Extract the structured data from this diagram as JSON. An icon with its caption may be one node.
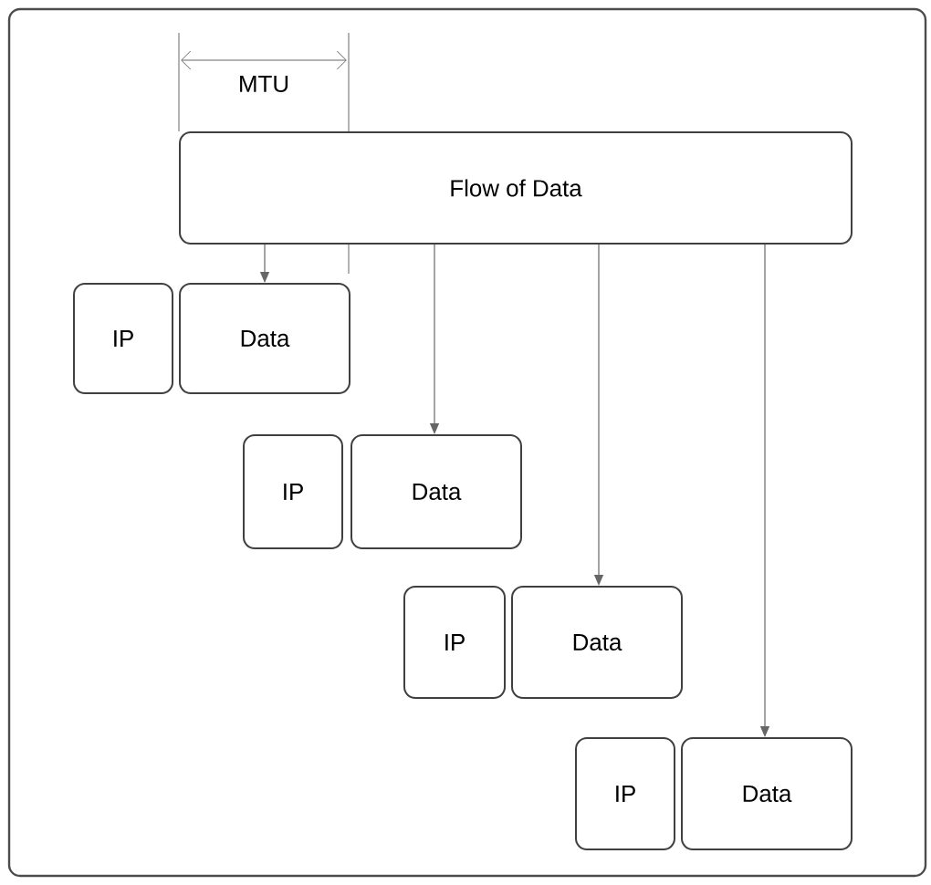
{
  "diagram": {
    "nodes": [
      {
        "text": [
          "Flow of Data"
        ]
      },
      {
        "text": [
          "IP"
        ]
      },
      {
        "text": [
          "Data"
        ]
      },
      {
        "text": [
          "IP"
        ]
      },
      {
        "text": [
          "Data"
        ]
      },
      {
        "text": [
          "IP"
        ]
      },
      {
        "text": [
          "Data"
        ]
      },
      {
        "text": [
          "IP"
        ]
      },
      {
        "text": [
          "Data"
        ]
      }
    ],
    "edges": [
      {
        "from": 0,
        "to": 2,
        "arrow": "to"
      },
      {
        "from": 0,
        "to": 4,
        "arrow": "to"
      },
      {
        "from": 0,
        "to": 6,
        "arrow": "to"
      },
      {
        "from": 0,
        "to": 8,
        "arrow": "to"
      }
    ],
    "labels": [
      "MTU"
    ]
  }
}
